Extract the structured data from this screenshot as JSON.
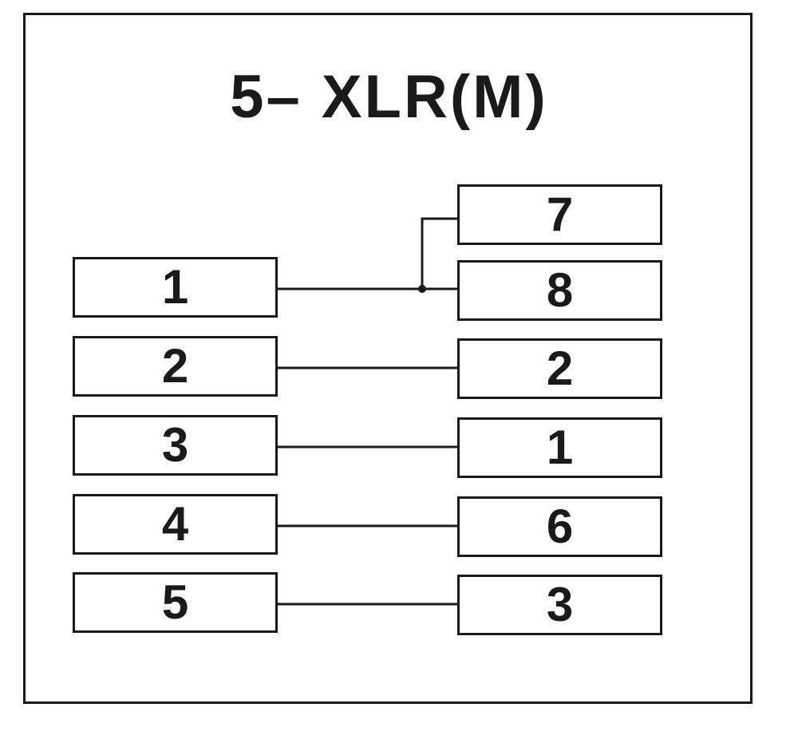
{
  "title": "5– XLR(M)",
  "left_pins": [
    "1",
    "2",
    "3",
    "4",
    "5"
  ],
  "right_pins": [
    "7",
    "8",
    "2",
    "1",
    "6",
    "3"
  ],
  "connections": [
    {
      "from": "1",
      "to": [
        "7",
        "8"
      ]
    },
    {
      "from": "2",
      "to": [
        "2"
      ]
    },
    {
      "from": "3",
      "to": [
        "1"
      ]
    },
    {
      "from": "4",
      "to": [
        "6"
      ]
    },
    {
      "from": "5",
      "to": [
        "3"
      ]
    }
  ],
  "colors": {
    "line": "#1a1a1a",
    "background": "#ffffff"
  }
}
